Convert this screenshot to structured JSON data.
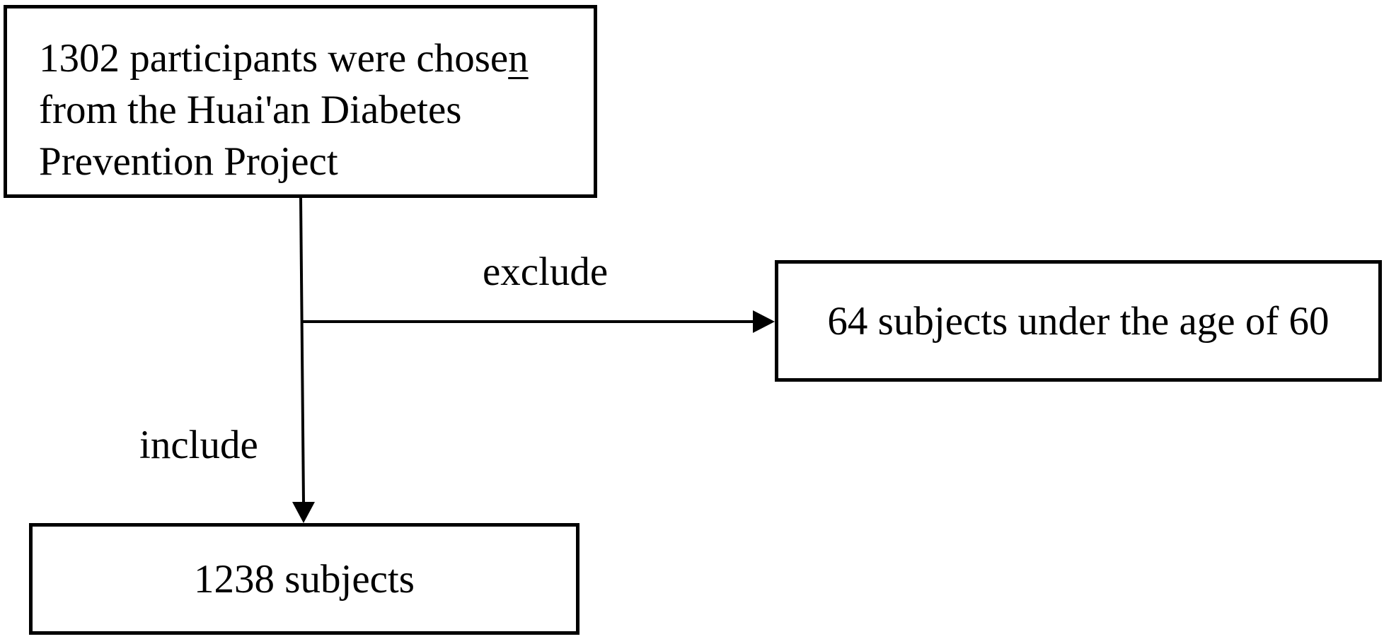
{
  "diagram": {
    "source": {
      "line1_main": "1302 participants were chose",
      "line1_underlined": "n",
      "line2": "from the Huai'an Diabetes",
      "line3": "Prevention Project"
    },
    "excluded": {
      "text": "64 subjects under the age of 60"
    },
    "included": {
      "text": "1238 subjects"
    },
    "labels": {
      "exclude": "exclude",
      "include": "include"
    }
  }
}
